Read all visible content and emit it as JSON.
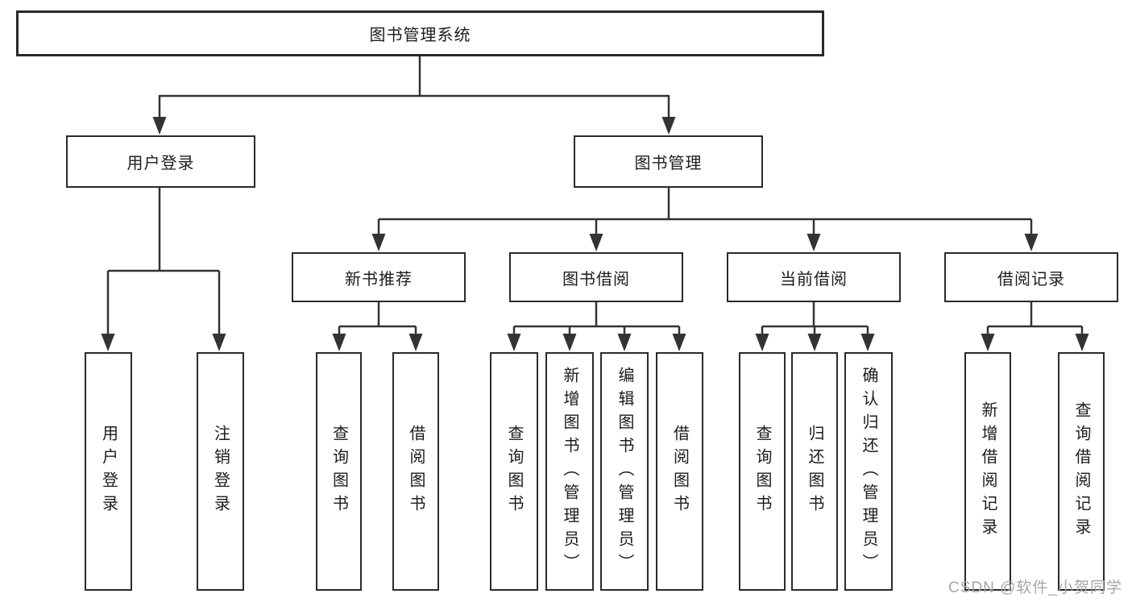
{
  "nodes": {
    "root": "图书管理系统",
    "user_login": "用户登录",
    "book_management": "图书管理",
    "new_book_recommend": "新书推荐",
    "book_borrow": "图书借阅",
    "current_borrow": "当前借阅",
    "borrow_records": "借阅记录"
  },
  "leaves": {
    "user_login": "用户登录",
    "logout": "注销登录",
    "nb_query_books": "查询图书",
    "nb_borrow_books": "借阅图书",
    "bb_query_books": "查询图书",
    "bb_add_books_admin": "新增图书（管理员）",
    "bb_edit_books_admin": "编辑图书（管理员）",
    "bb_borrow_books": "借阅图书",
    "cb_query_books": "查询图书",
    "cb_return_books": "归还图书",
    "cb_confirm_return_admin": "确认归还（管理员）",
    "br_add_record": "新增借阅记录",
    "br_query_record": "查询借阅记录"
  },
  "watermark": "CSDN @软件_小贺同学",
  "colors": {
    "line": "#333333",
    "border": "#2a2a2a",
    "text": "#1c1c1c",
    "watermark": "#a6a6a6",
    "background": "#ffffff"
  }
}
